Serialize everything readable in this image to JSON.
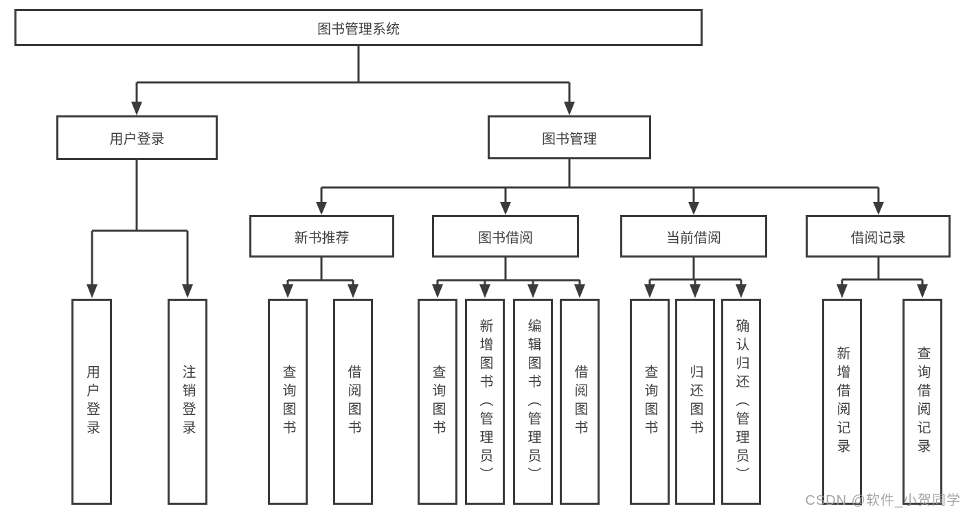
{
  "tree": {
    "root": "图书管理系统",
    "branches": [
      {
        "label": "用户登录",
        "children": [
          "用户登录",
          "注销登录"
        ]
      },
      {
        "label": "图书管理",
        "groups": [
          {
            "label": "新书推荐",
            "children": [
              "查询图书",
              "借阅图书"
            ]
          },
          {
            "label": "图书借阅",
            "children": [
              "查询图书",
              "新增图书（管理员）",
              "编辑图书（管理员）",
              "借阅图书"
            ]
          },
          {
            "label": "当前借阅",
            "children": [
              "查询图书",
              "归还图书",
              "确认归还（管理员）"
            ]
          },
          {
            "label": "借阅记录",
            "children": [
              "新增借阅记录",
              "查询借阅记录"
            ]
          }
        ]
      }
    ]
  },
  "watermark": "CSDN @软件_小贺同学",
  "colors": {
    "line": "#3b3b3b",
    "text": "#3f3f3f",
    "background": "#ffffff",
    "watermark": "#9c9c9c"
  }
}
